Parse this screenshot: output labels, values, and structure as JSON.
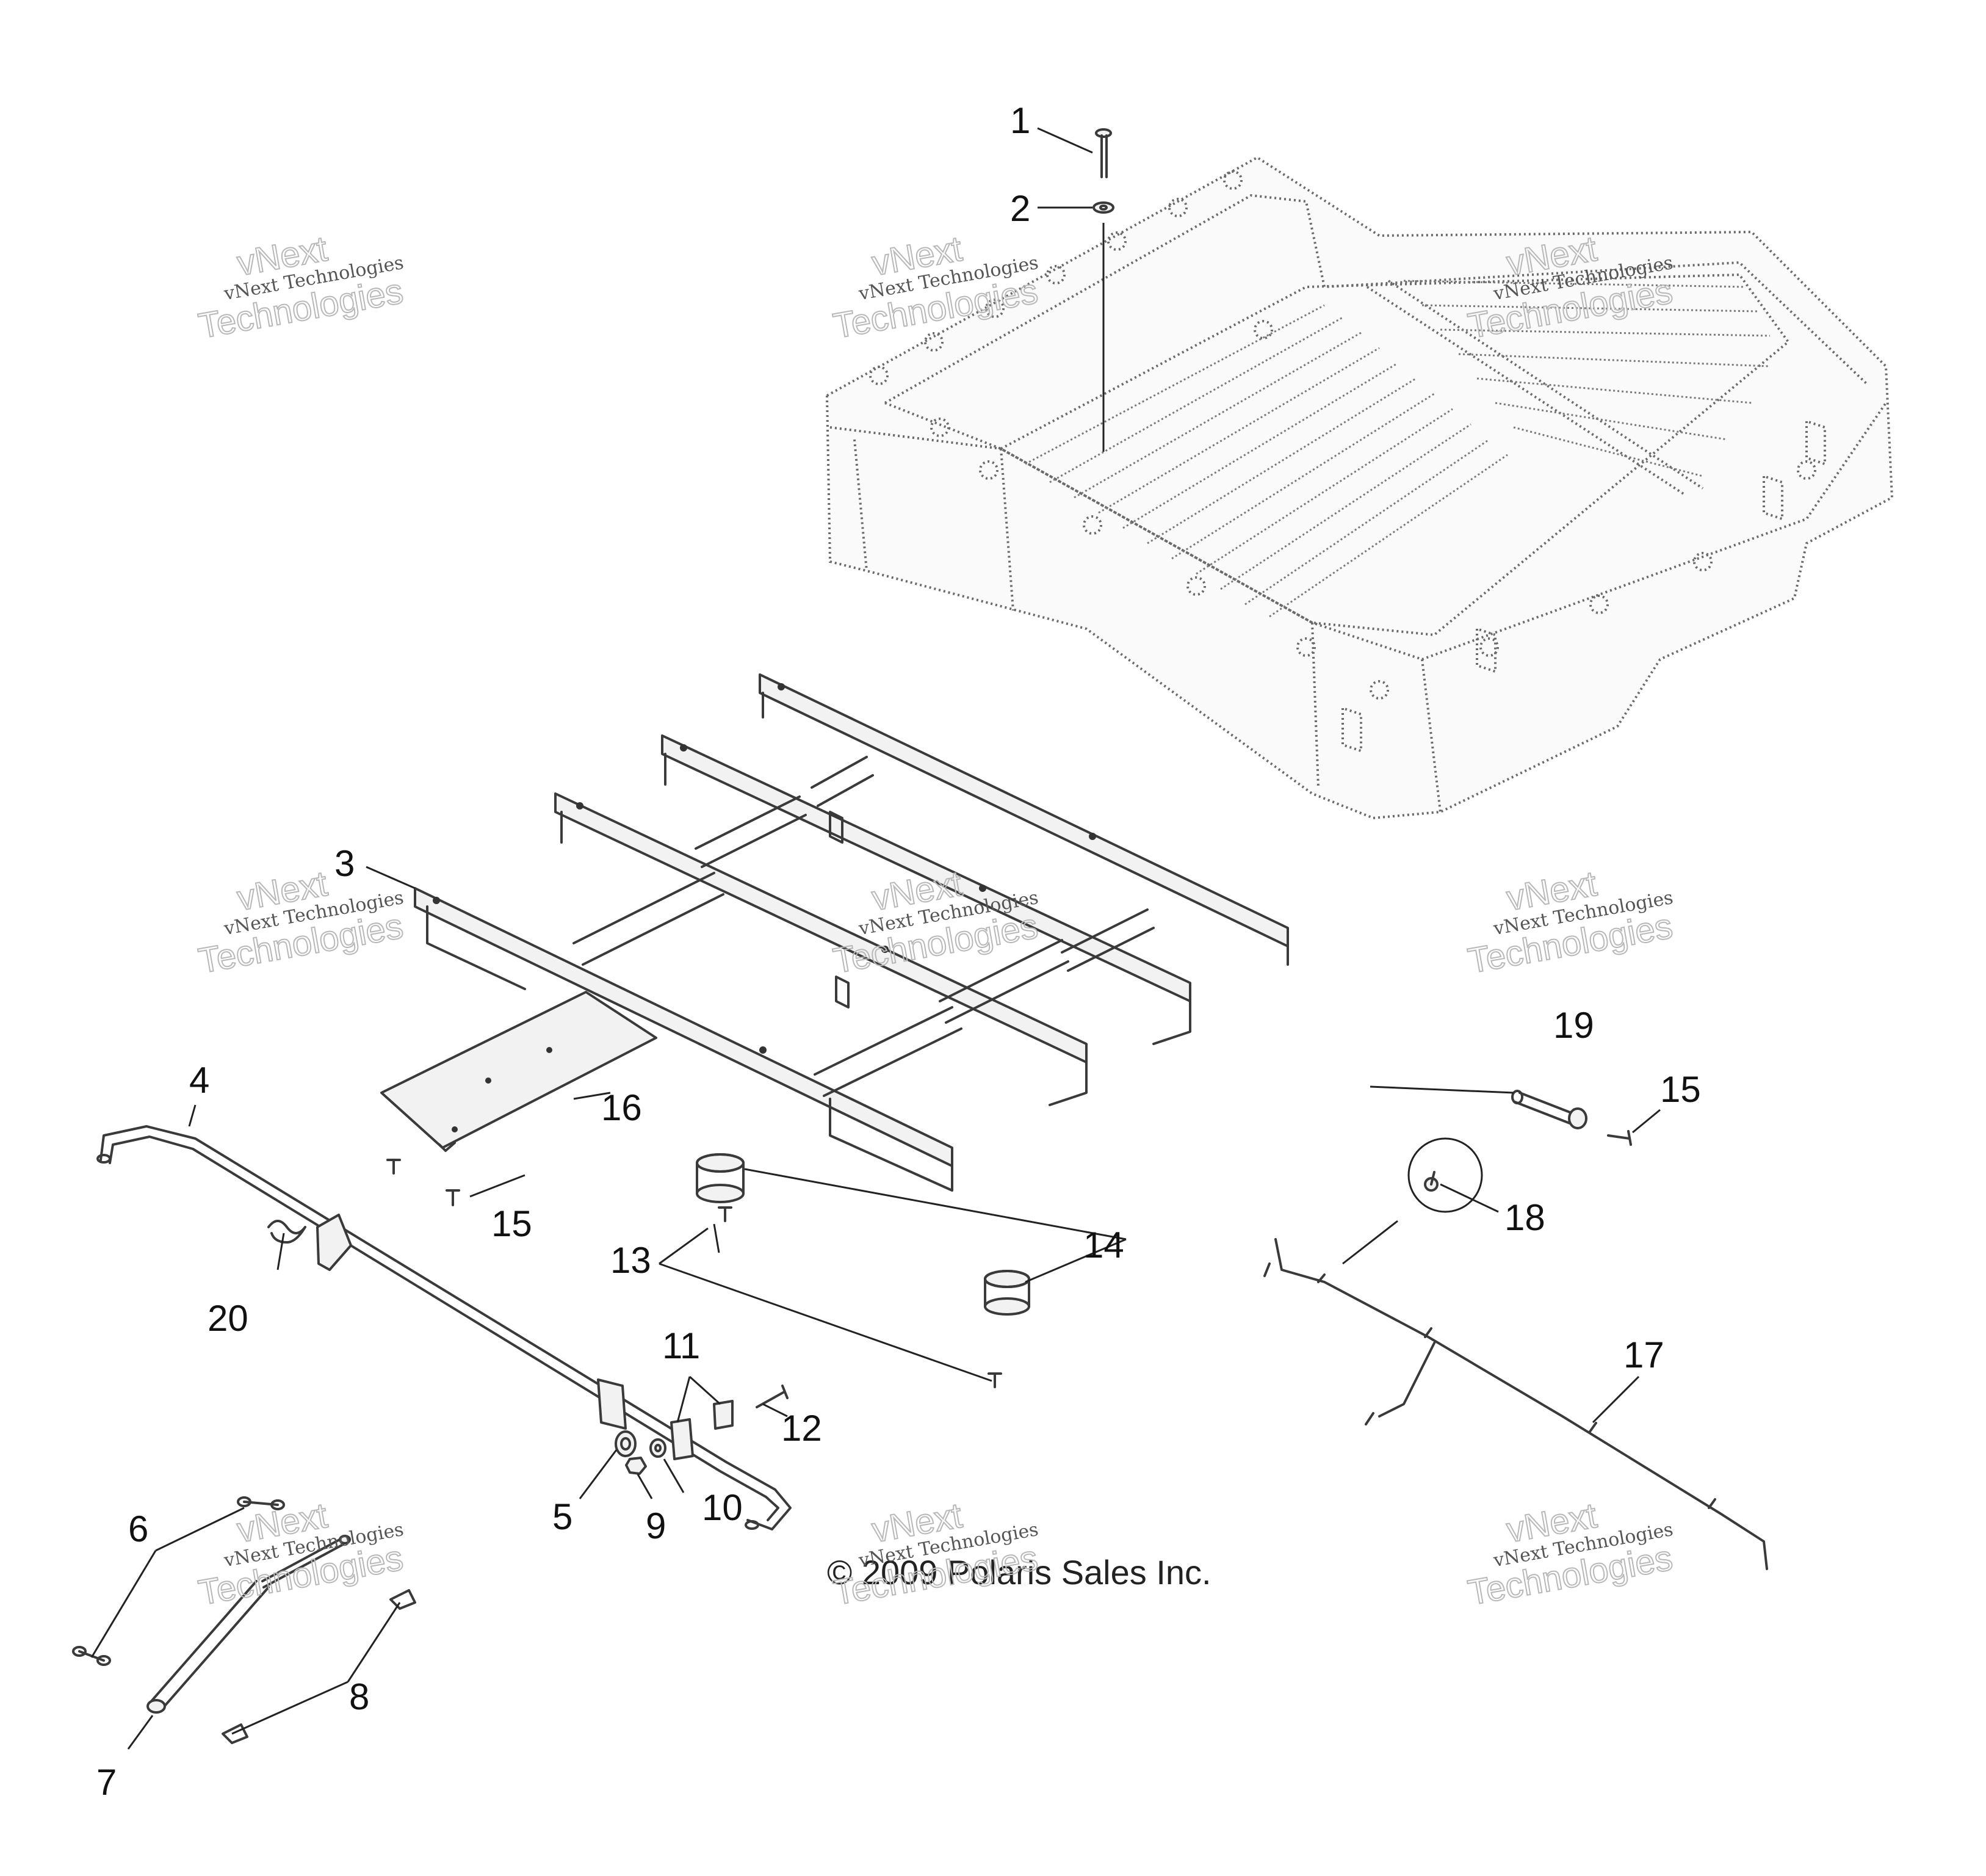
{
  "copyright": "© 2009 Polaris Sales Inc.",
  "watermark": {
    "line_small": "vNext Technologies",
    "line_big_1": "vNext",
    "line_big_2": "Technologies"
  },
  "callouts": {
    "c1": "1",
    "c2": "2",
    "c3": "3",
    "c4": "4",
    "c5": "5",
    "c6": "6",
    "c7": "7",
    "c8": "8",
    "c9": "9",
    "c10": "10",
    "c11": "11",
    "c12": "12",
    "c13": "13",
    "c14": "14",
    "c15a": "15",
    "c15b": "15",
    "c16": "16",
    "c17": "17",
    "c18": "18",
    "c19": "19",
    "c20": "20"
  },
  "colors": {
    "line": "#3a3a3a",
    "watermark": "#b8b8b8",
    "background": "#ffffff"
  }
}
